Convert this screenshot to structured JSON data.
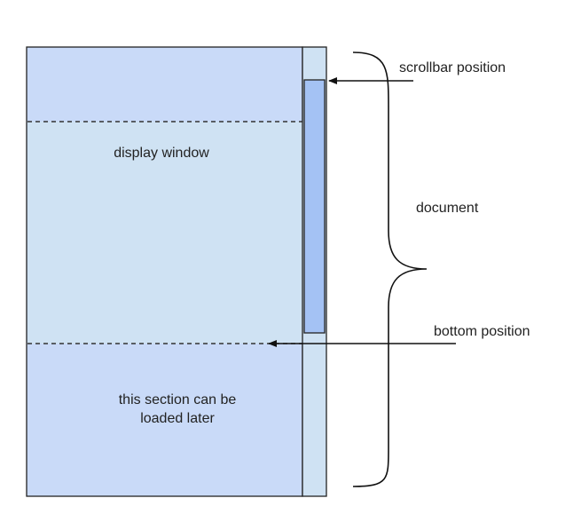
{
  "labels": {
    "display_window": "display window",
    "lazy_section_line1": "this section can be",
    "lazy_section_line2": "loaded later",
    "scrollbar_position": "scrollbar position",
    "document": "document",
    "bottom_position": "bottom position"
  },
  "colors": {
    "document_fill": "#c9daf8",
    "display_window_fill": "#cfe2f3",
    "scrollbar_track_fill": "#cfe2f3",
    "scrollbar_thumb_fill": "#a4c2f4",
    "stroke": "#222222",
    "dash_stroke": "#333333"
  }
}
